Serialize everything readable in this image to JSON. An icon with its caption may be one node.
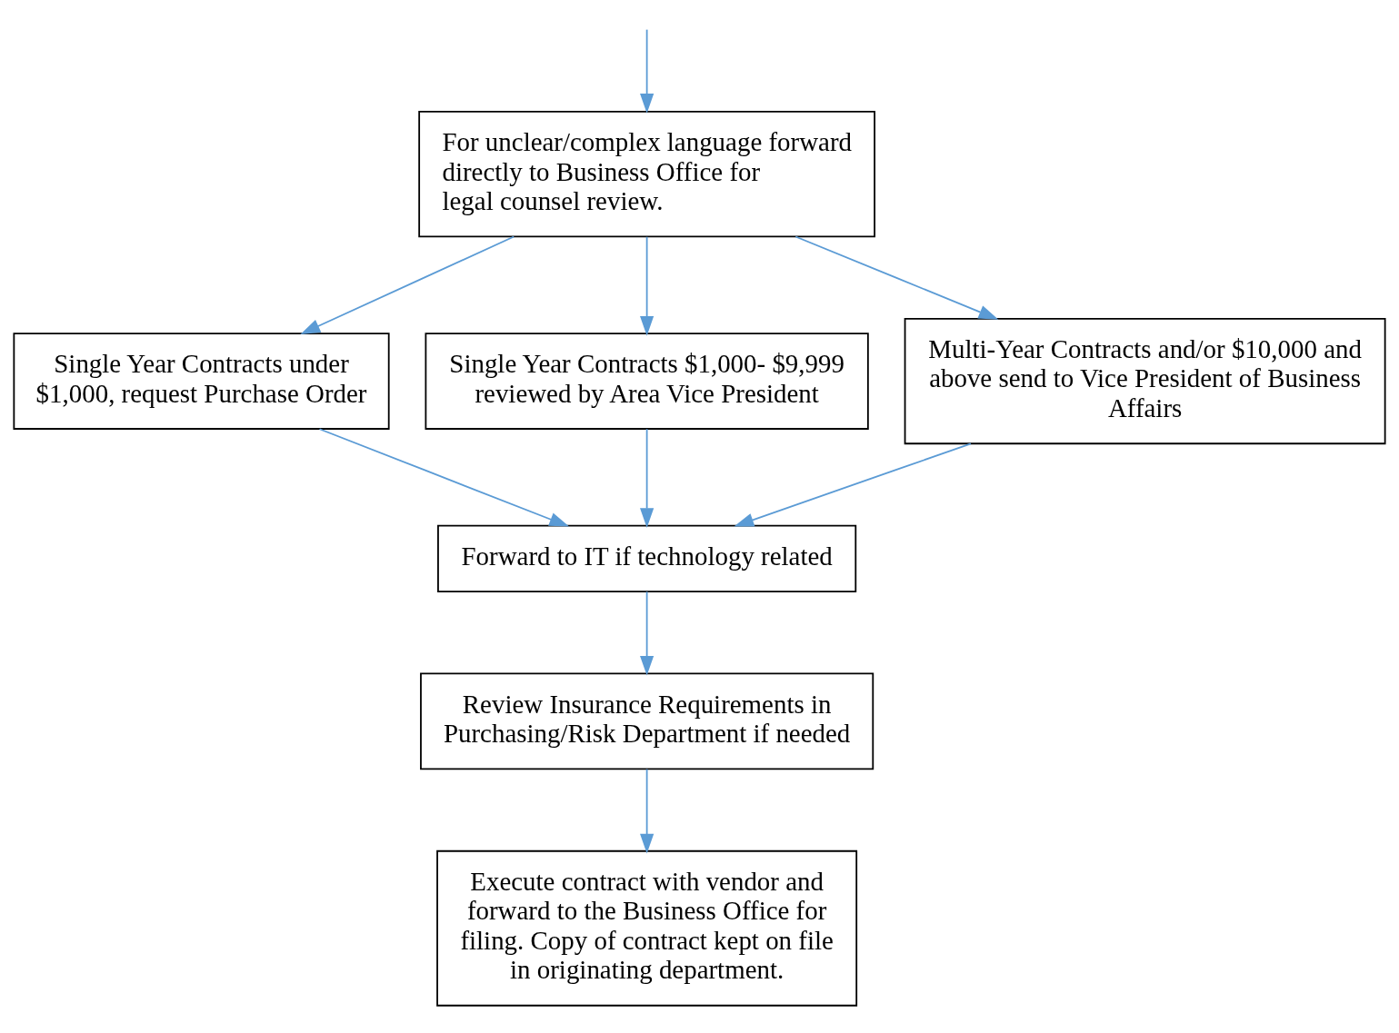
{
  "diagram": {
    "nodes": [
      {
        "text": [
          "For unclear/complex language forward directly to Business Office for legal counsel review."
        ]
      },
      {
        "text": [
          "Single Year Contracts under $1,000, request Purchase Order"
        ]
      },
      {
        "text": [
          "Single Year Contracts $1,000- $9,999 reviewed by Area Vice President"
        ]
      },
      {
        "text": [
          "Multi-Year Contracts and/or $10,000 and above send to Vice President of Business Affairs"
        ]
      },
      {
        "text": [
          "Forward to IT if technology related"
        ]
      },
      {
        "text": [
          "Review Insurance Requirements in Purchasing/Risk Department if needed"
        ]
      },
      {
        "text": [
          "Execute contract with vendor and forward to the Business Office for filing. Copy of contract kept on file in originating department."
        ]
      }
    ],
    "edges": [
      {
        "from": null,
        "to": 0,
        "arrow": "to"
      },
      {
        "from": 0,
        "to": 1,
        "arrow": "to"
      },
      {
        "from": 0,
        "to": 2,
        "arrow": "to"
      },
      {
        "from": 0,
        "to": 3,
        "arrow": "to"
      },
      {
        "from": 1,
        "to": 4,
        "arrow": "to"
      },
      {
        "from": 2,
        "to": 4,
        "arrow": "to"
      },
      {
        "from": 3,
        "to": 4,
        "arrow": "to"
      },
      {
        "from": 4,
        "to": 5,
        "arrow": "to"
      },
      {
        "from": 5,
        "to": 6,
        "arrow": "to"
      }
    ]
  }
}
